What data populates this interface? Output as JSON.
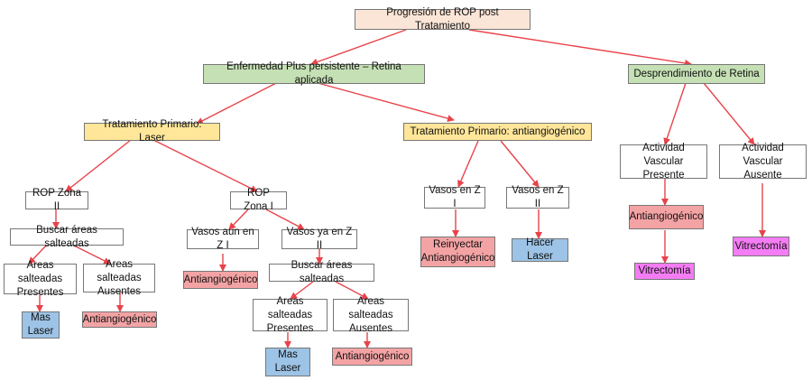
{
  "colors": {
    "root": "#fbe5d6",
    "green": "#c5e0b4",
    "yellow": "#ffe699",
    "red": "#f4a3a5",
    "blue": "#9dc3e6",
    "magenta": "#f47cf4",
    "edge": "#e8434a"
  },
  "nodes": {
    "root": "Progresión de ROP post Tratamiento",
    "plus": "Enfermedad Plus persistente – Retina aplicada",
    "desprendimiento": "Desprendimiento de Retina",
    "tx_laser": "Tratamiento Primario: Laser",
    "tx_anti": "Tratamiento Primario: antiangiogénico",
    "rop_z2": "ROP Zona II",
    "rop_z1": "ROP Zona I",
    "buscar_1": "Buscar áreas salteadas",
    "areas_pres_1": "Areas salteadas\nPresentes",
    "areas_aus_1": "Areas salteadas\nAusentes",
    "mas_laser_1": "Mas\nLaser",
    "antiang_1": "Antiangiogénico",
    "vasos_aun": "Vasos aun en Z I",
    "vasos_ya": "Vasos ya en Z II",
    "antiang_2": "Antiangiogénico",
    "buscar_2": "Buscar áreas salteadas",
    "areas_pres_2": "Areas salteadas\nPresentes",
    "areas_aus_2": "Areas salteadas\nAusentes",
    "mas_laser_2": "Mas\nLaser",
    "antiang_3": "Antiangiogénico",
    "vasos_z1": "Vasos en Z I",
    "vasos_z2": "Vasos en Z II",
    "reinyectar": "Reinyectar\nAntiangiogénico",
    "hacer_laser": "Hacer Laser",
    "act_presente": "Actividad Vascular\nPresente",
    "act_ausente": "Actividad Vascular\nAusente",
    "antiang_4": "Antiangiogénico",
    "vitrectomia_1": "Vitrectomía",
    "vitrectomia_2": "Vitrectomía"
  }
}
